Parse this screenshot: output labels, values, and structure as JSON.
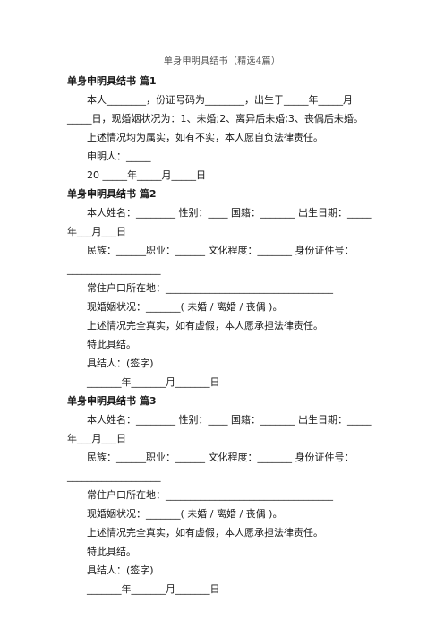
{
  "header": {
    "title": "单身申明具结书（精选4篇）"
  },
  "sections": [
    {
      "title": "单身申明具结书 篇1",
      "lines": [
        "本人________，份证号码为________，出生于_____年_____月",
        "_____日，现婚姻状况为：1、未婚;2、离异后未婚;3、丧偶后未婚。",
        "上述情况均为属实，如有不实，本人愿自负法律责任。",
        "申明人：_____",
        "20 _____年_____月_____日"
      ]
    },
    {
      "title": "单身申明具结书 篇2",
      "lines": [
        "本人姓名：________ 性别：____ 国籍：_______ 出生日期：_____",
        "年___月___日",
        "民族：______职业：______ 文化程度：_______ 身份证件号：",
        "___________________",
        "常住户口所在地：__________________________________",
        "现婚姻状况：_______( 未婚 / 离婚 / 丧偶 )。",
        "上述情况完全真实，如有虚假，本人愿承担法律责任。",
        "特此具结。",
        "具结人：(签字)",
        "_______年_______月_______日"
      ]
    },
    {
      "title": "单身申明具结书 篇3",
      "lines": [
        "本人姓名：________ 性别：____ 国籍：_______ 出生日期：_____",
        "年___月___日",
        "民族：______职业：______ 文化程度：_______ 身份证件号：",
        "___________________",
        "常住户口所在地：__________________________________",
        "现婚姻状况：_______( 未婚 / 离婚 / 丧偶 )。",
        "上述情况完全真实，如有虚假，本人愿承担法律责任。",
        "特此具结。",
        "具结人：(签字)",
        "_______年_______月_______日"
      ]
    }
  ]
}
